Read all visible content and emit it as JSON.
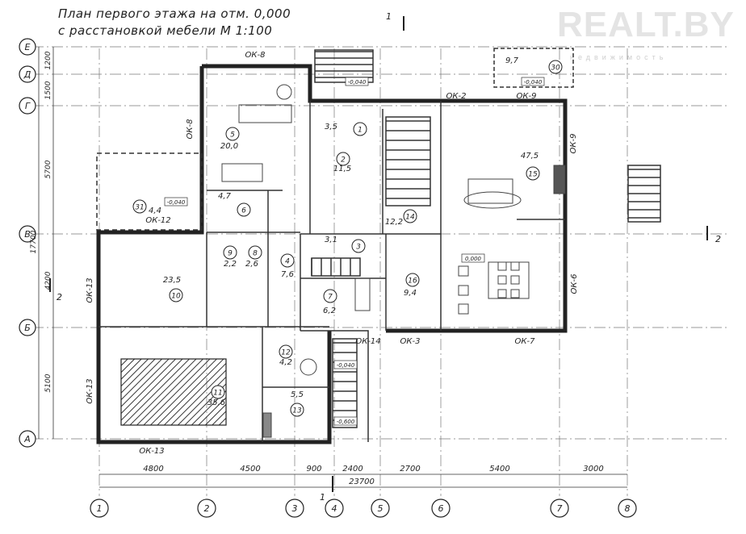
{
  "title_line1": "План первого этажа на отм. 0,000",
  "title_line2": "с расстановкой мебели М 1:100",
  "watermark": "REALT.BY",
  "watermark_sub": "недвижимость",
  "axes_letters": [
    "Е",
    "Д",
    "Г",
    "В",
    "Б",
    "А"
  ],
  "axes_numbers": [
    "1",
    "2",
    "3",
    "4",
    "5",
    "6",
    "7",
    "8"
  ],
  "left_dims": [
    "1200",
    "1500",
    "5700",
    "17700",
    "4200",
    "5100"
  ],
  "bottom_dims": [
    "4800",
    "4500",
    "900",
    "2400",
    "2700",
    "5400",
    "3000"
  ],
  "total_dim": "23700",
  "section_mark": "1",
  "section_mark_2": "2",
  "windows": [
    "ОК-8",
    "ОК-8",
    "ОК-2",
    "ОК-9",
    "ОК-9",
    "ОК-12",
    "ОК-13",
    "ОК-13",
    "ОК-13",
    "ОК-14",
    "ОК-3",
    "ОК-7",
    "ОК-6"
  ],
  "rooms": [
    {
      "num": "1",
      "area": "3,5"
    },
    {
      "num": "2",
      "area": "11,5"
    },
    {
      "num": "3",
      "area": "3,1"
    },
    {
      "num": "4",
      "area": "7,6"
    },
    {
      "num": "5",
      "area": "20,0"
    },
    {
      "num": "6",
      "area": "4,7"
    },
    {
      "num": "7",
      "area": "6,2"
    },
    {
      "num": "8",
      "area": "2,6"
    },
    {
      "num": "9",
      "area": "2,2"
    },
    {
      "num": "10",
      "area": "23,5"
    },
    {
      "num": "11",
      "area": "35,6"
    },
    {
      "num": "12",
      "area": "4,2"
    },
    {
      "num": "13",
      "area": "5,5"
    },
    {
      "num": "14",
      "area": "12,2"
    },
    {
      "num": "15",
      "area": "47,5"
    },
    {
      "num": "16",
      "area": "9,4"
    },
    {
      "num": "31",
      "area": "4,4"
    },
    {
      "num": "30",
      "area": "9,7"
    }
  ],
  "levels": [
    "0,000",
    "-0,040",
    "-0,040",
    "-0,040",
    "-0,600",
    "-0,040"
  ]
}
